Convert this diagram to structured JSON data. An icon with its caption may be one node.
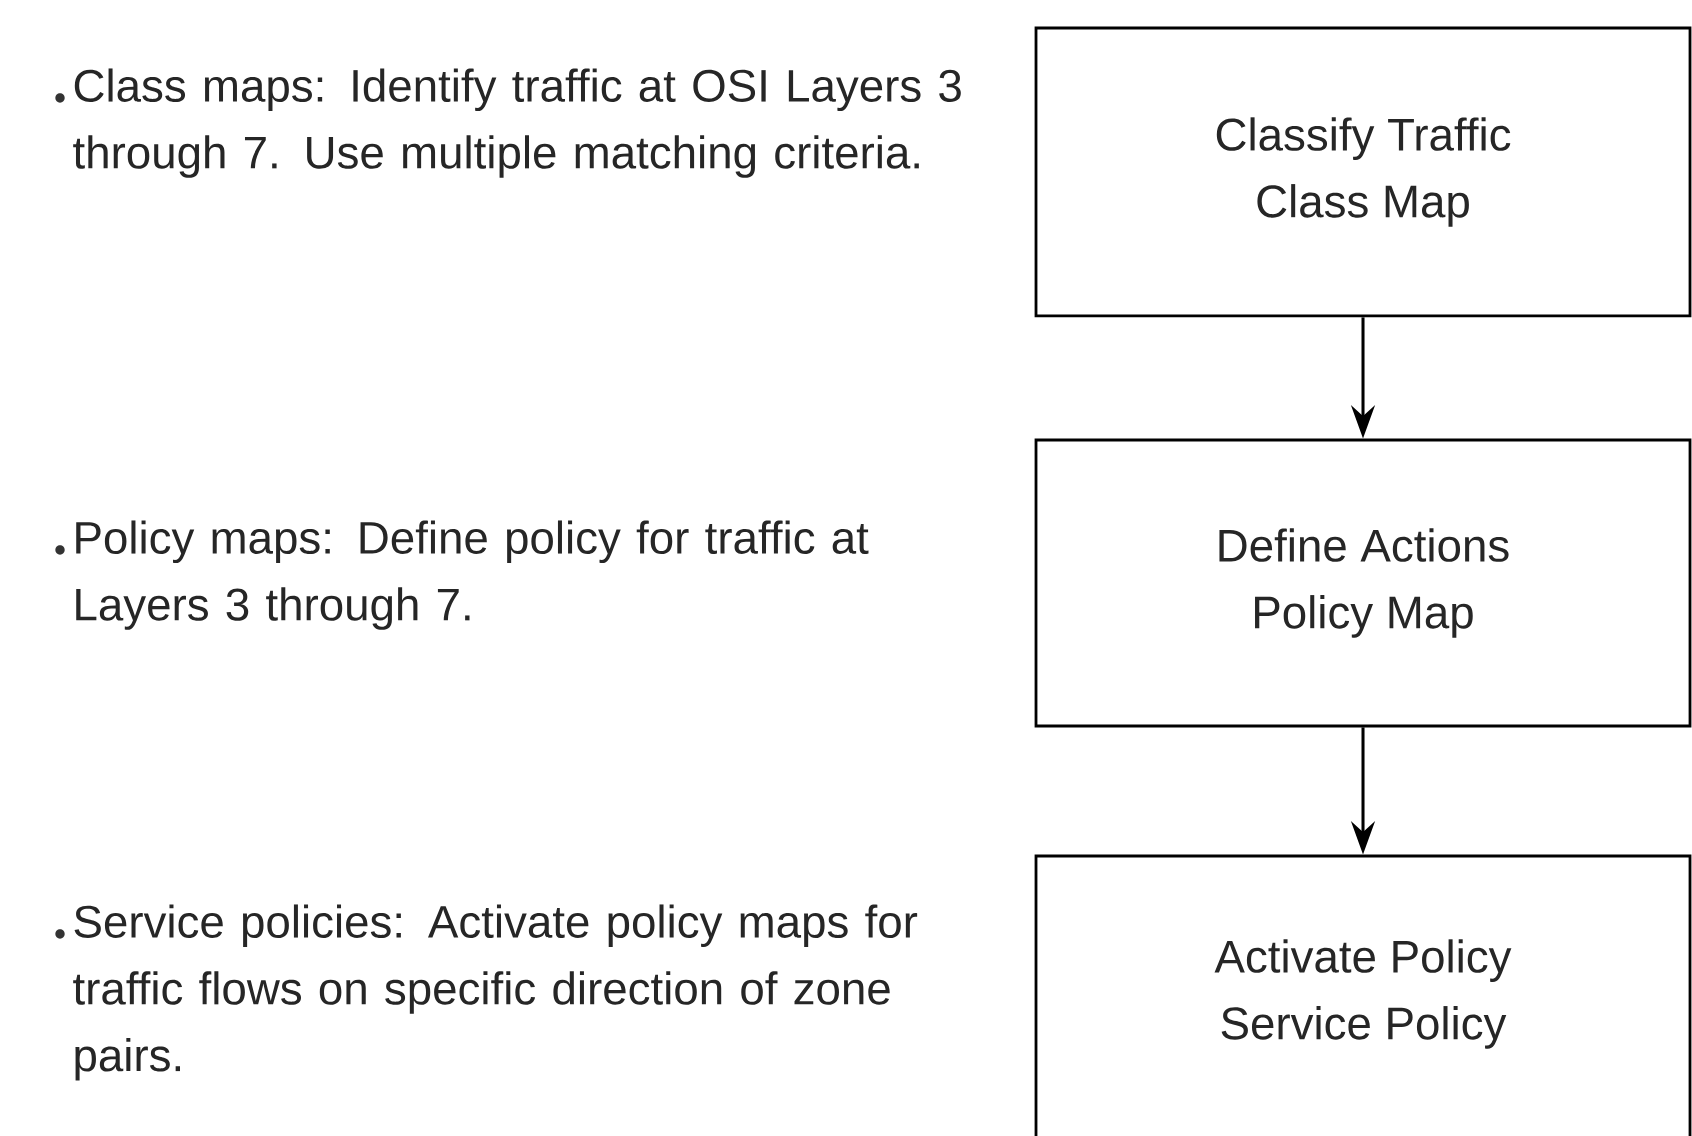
{
  "diagram": {
    "nodes": [
      {
        "text": [
          "Classify Traffic",
          "Class Map"
        ]
      },
      {
        "text": [
          "Define Actions",
          "Policy Map"
        ]
      },
      {
        "text": [
          "Activate Policy",
          "Service Policy"
        ]
      }
    ],
    "edges": [
      {
        "from": 0,
        "to": 1,
        "arrow": "to"
      },
      {
        "from": 1,
        "to": 2,
        "arrow": "to"
      }
    ],
    "labels": [
      "Class maps: Identify traffic at OSI Layers 3 through 7. Use multiple matching criteria.",
      "Policy maps: Define policy for traffic at Layers 3 through 7.",
      "Service policies: Activate policy maps for traffic flows on specific direction of zone pairs."
    ]
  }
}
